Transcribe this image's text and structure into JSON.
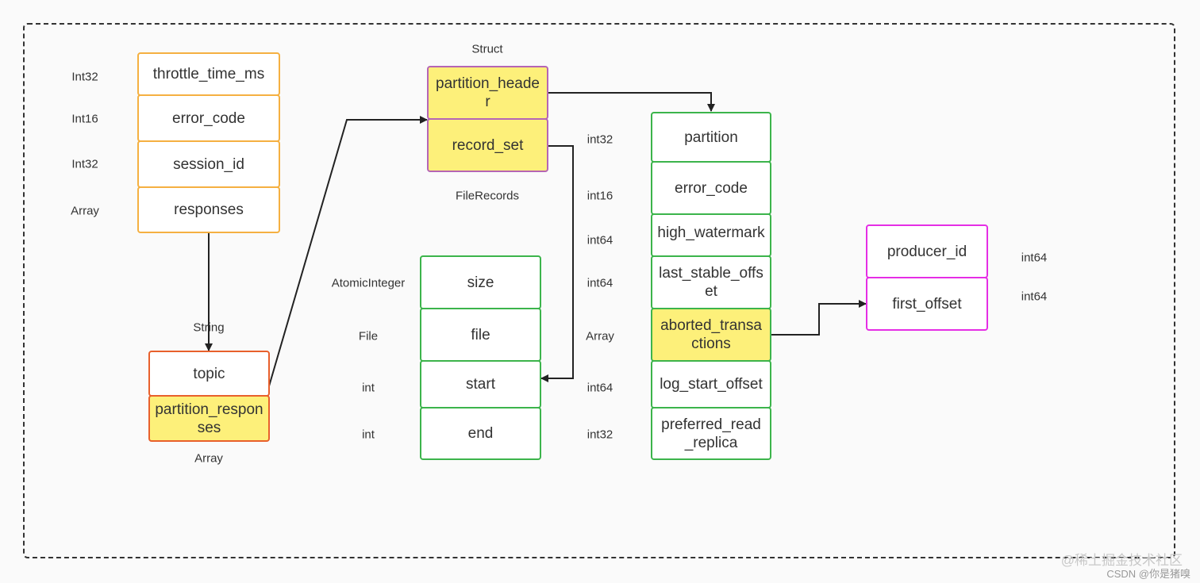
{
  "response": {
    "fields": [
      "throttle_time_ms",
      "error_code",
      "session_id",
      "responses"
    ],
    "types": [
      "Int32",
      "Int16",
      "Int32",
      "Array"
    ]
  },
  "topic_response": {
    "fields": [
      "topic",
      "partition_responses"
    ],
    "topic_type": "String",
    "array_type": "Array"
  },
  "partition_response": {
    "struct_label": "Struct",
    "fields": [
      "partition_header",
      "record_set"
    ],
    "record_set_type": "FileRecords"
  },
  "file_records": {
    "fields": [
      "size",
      "file",
      "start",
      "end"
    ],
    "types": [
      "AtomicInteger",
      "File",
      "int",
      "int"
    ]
  },
  "partition_header": {
    "fields": [
      "partition",
      "error_code",
      "high_watermark",
      "last_stable_offset",
      "aborted_transactions",
      "log_start_offset",
      "preferred_read_replica"
    ],
    "types": [
      "int32",
      "int16",
      "int64",
      "int64",
      "Array",
      "int64",
      "int32"
    ]
  },
  "aborted_transaction": {
    "fields": [
      "producer_id",
      "first_offset"
    ],
    "types": [
      "int64",
      "int64"
    ]
  },
  "watermark": {
    "line1": "@稀土掘金技术社区",
    "line2": "CSDN @你是猪嗅"
  },
  "colors": {
    "orange": "#f5b041",
    "red": "#e8602c",
    "purple": "#b565b5",
    "green": "#3cb44b",
    "magenta": "#e52ee5",
    "highlight": "#fdf07a"
  }
}
